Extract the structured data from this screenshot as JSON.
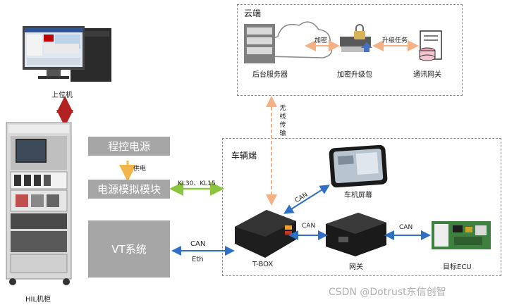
{
  "cloud": {
    "title": "云端",
    "server_label": "后台服务器",
    "package_label": "加密升级包",
    "gateway_label": "通讯网关",
    "arrow_encrypt": "加密",
    "arrow_upgrade": "升级任务"
  },
  "wireless": [
    "无",
    "线",
    "传",
    "输"
  ],
  "host": {
    "label": "上位机"
  },
  "hil": {
    "label": "HIL机柜"
  },
  "blocks": {
    "power_ctrl": "程控电源",
    "supply": "供电",
    "power_sim": "电源模拟模块",
    "vt": "VT系统"
  },
  "links": {
    "kl": "KL30、KL15",
    "can_vt": "CAN",
    "eth_vt": "Eth",
    "can_screen": "CAN",
    "can_gateway": "CAN",
    "can_ecu": "CAN"
  },
  "vehicle": {
    "title": "车辆端",
    "screen_label": "车机屏幕",
    "tbox_label": "T-BOX",
    "gateway_label": "网关",
    "ecu_label": "目标ECU"
  },
  "watermark": "CSDN @Dotrust东信创智",
  "colors": {
    "red_arrow": "#b22222",
    "orange_arrow": "#f2b54a",
    "green_arrow": "#8cc63f",
    "blue_arrow": "#2f6fc5",
    "gray_block": "#a6a6a6"
  }
}
